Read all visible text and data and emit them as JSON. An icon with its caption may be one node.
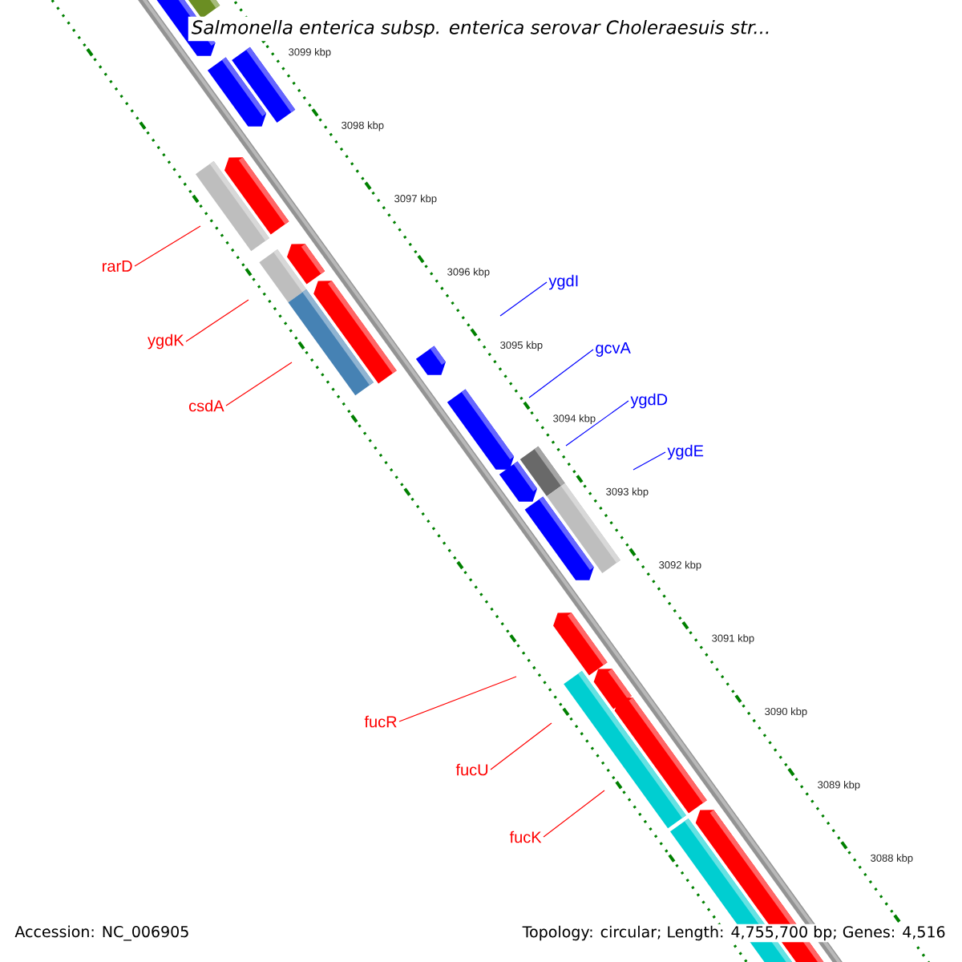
{
  "diagram": {
    "title": "Salmonella enterica subsp. enterica serovar Choleraesuis str...",
    "nodes": [
      {
        "text": [
          "rarD"
        ]
      },
      {
        "text": [
          "ygdI"
        ]
      },
      {
        "text": [
          "ygdK"
        ]
      },
      {
        "text": [
          "gcvA"
        ]
      },
      {
        "text": [
          "ygdD"
        ]
      },
      {
        "text": [
          "csdA"
        ]
      },
      {
        "text": [
          "ygdE"
        ]
      },
      {
        "text": [
          "fucR"
        ]
      },
      {
        "text": [
          "fucU"
        ]
      },
      {
        "text": [
          "fucK"
        ]
      }
    ],
    "edges": [
      {
        "from": 0,
        "to": null,
        "arrow": "none"
      },
      {
        "from": 1,
        "to": null,
        "arrow": "none",
        "color": "#0000ff"
      },
      {
        "from": 2,
        "to": null,
        "arrow": "none"
      },
      {
        "from": 3,
        "to": null,
        "arrow": "none",
        "color": "#0000ff"
      },
      {
        "from": 4,
        "to": null,
        "arrow": "none",
        "color": "#0000ff"
      },
      {
        "from": 5,
        "to": null,
        "arrow": "none"
      },
      {
        "from": 6,
        "to": null,
        "arrow": "none",
        "color": "#0000ff"
      },
      {
        "from": 7,
        "to": null,
        "arrow": "none"
      },
      {
        "from": 8,
        "to": null,
        "arrow": "none"
      },
      {
        "from": 9,
        "to": null,
        "arrow": "none"
      }
    ],
    "labels": [
      "3099 kbp",
      "3098 kbp",
      "3097 kbp",
      "3096 kbp",
      "3095 kbp",
      "3094 kbp",
      "3093 kbp",
      "3092 kbp",
      "3091 kbp",
      "3090 kbp",
      "3089 kbp",
      "3088 kbp",
      "Accession: NC_006905",
      "Topology: circular; Length: 4,755,700 bp; Genes: 4,516"
    ]
  }
}
